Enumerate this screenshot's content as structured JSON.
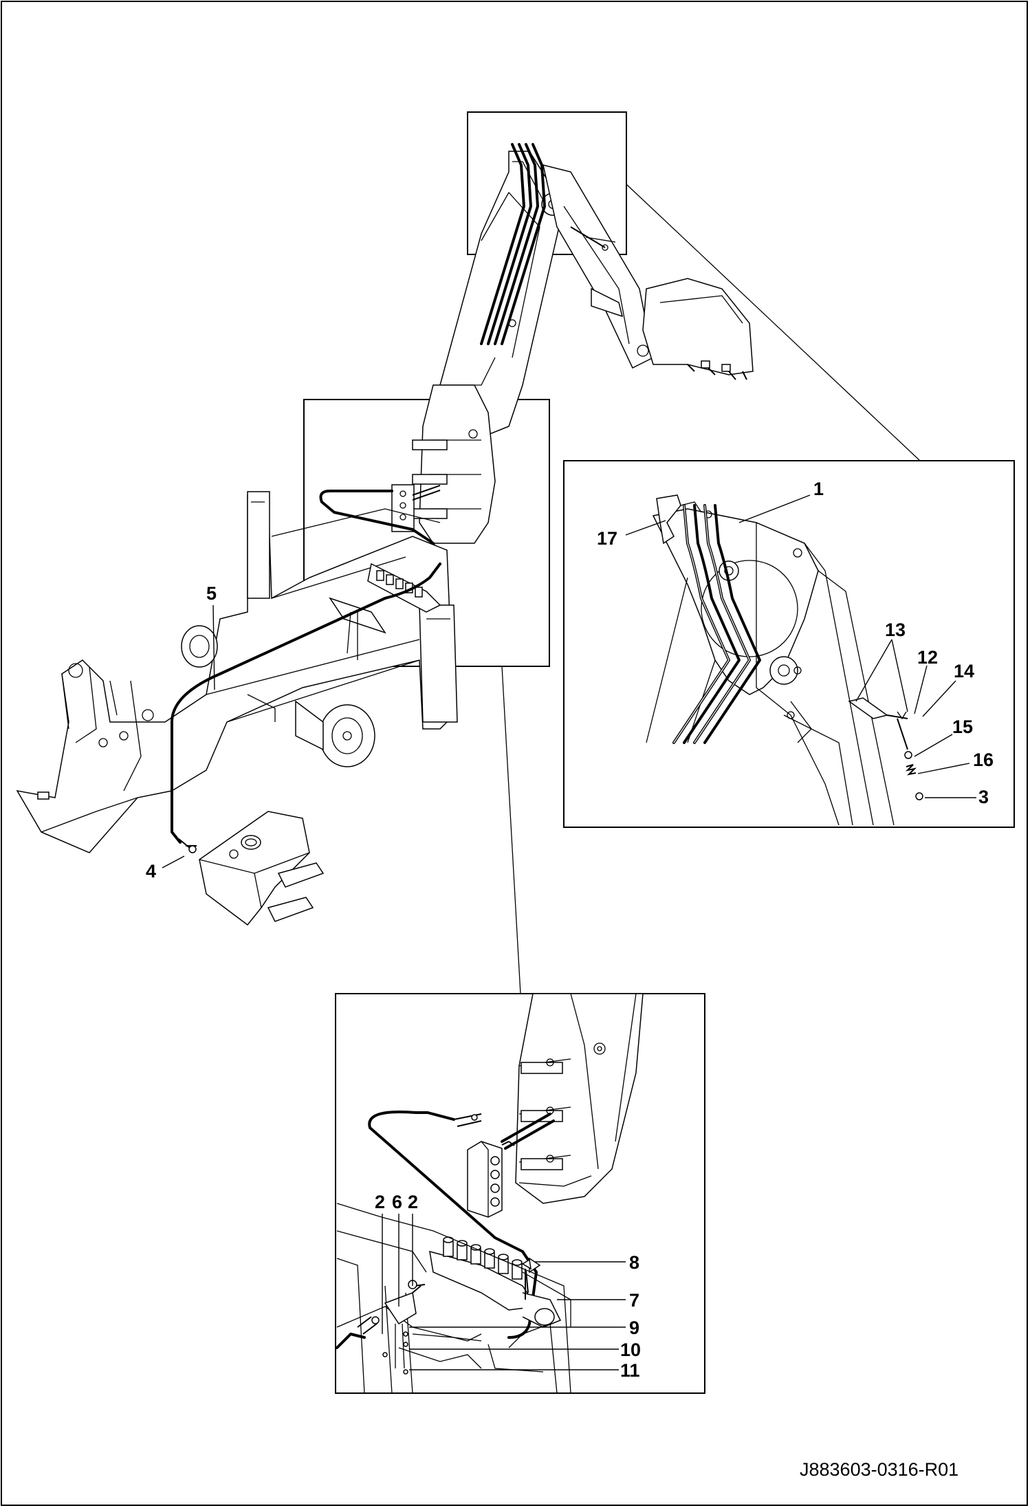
{
  "drawing": {
    "code": "J883603-0316-R01",
    "callouts": {
      "main": {
        "c4": "4",
        "c5": "5"
      },
      "detail_top": {
        "c1": "1",
        "c17": "17",
        "c13": "13",
        "c12": "12",
        "c14": "14",
        "c15": "15",
        "c16": "16",
        "c3": "3"
      },
      "detail_bottom": {
        "c2a": "2",
        "c6": "6",
        "c2b": "2",
        "c8": "8",
        "c7": "7",
        "c9": "9",
        "c10": "10",
        "c11": "11"
      }
    }
  }
}
